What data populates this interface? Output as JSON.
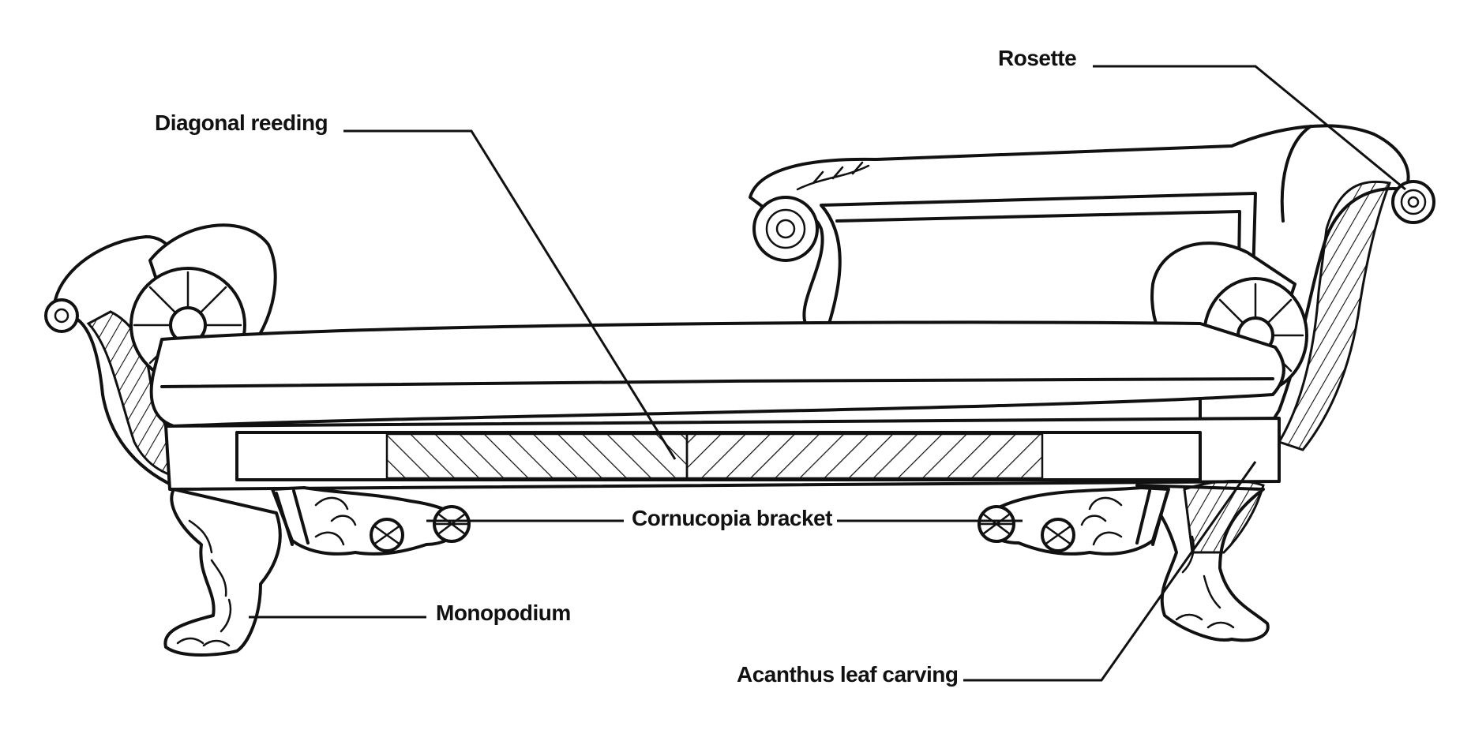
{
  "diagram": {
    "labels": {
      "rosette": "Rosette",
      "diagonal_reeding": "Diagonal reeding",
      "cornucopia_bracket": "Cornucopia bracket",
      "monopodium": "Monopodium",
      "acanthus_leaf_carving": "Acanthus leaf carving"
    },
    "ink_color": "#111111",
    "background_color": "#ffffff"
  }
}
